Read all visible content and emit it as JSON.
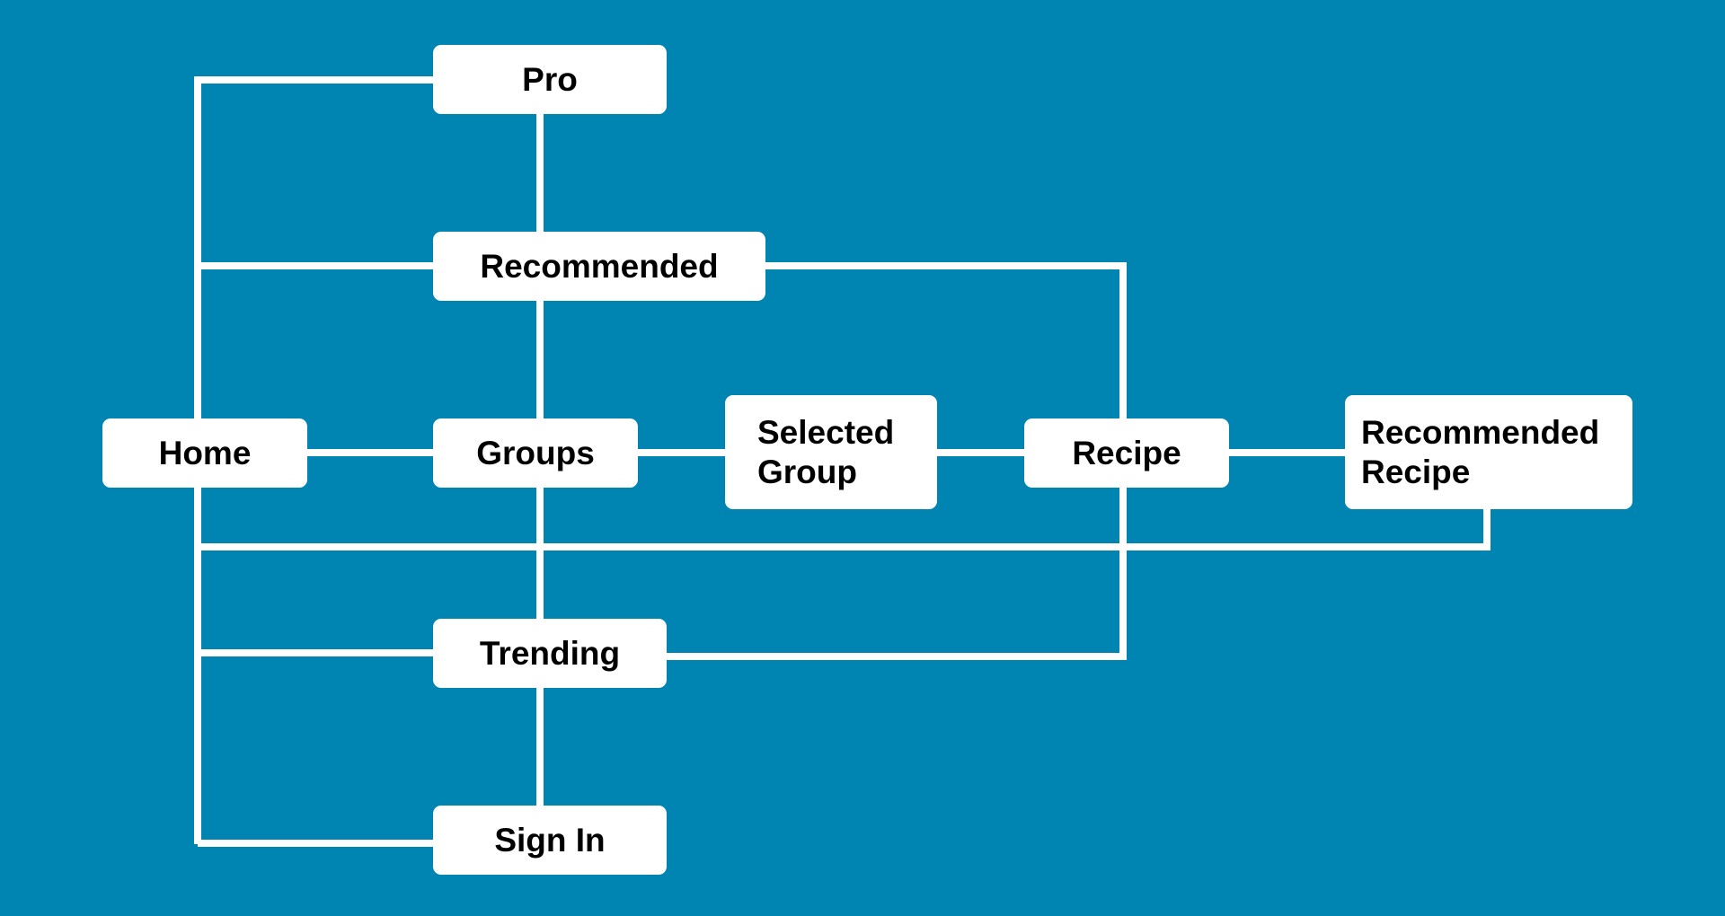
{
  "colors": {
    "background": "#0084b1",
    "node_fill": "#ffffff",
    "node_text": "#000000",
    "connector": "#ffffff"
  },
  "nodes": {
    "pro": "Pro",
    "recommended": "Recommended",
    "home": "Home",
    "groups": "Groups",
    "selected_group": "Selected\nGroup",
    "recipe": "Recipe",
    "recommended_recipe": "Recommended\nRecipe",
    "trending": "Trending",
    "sign_in": "Sign In"
  }
}
